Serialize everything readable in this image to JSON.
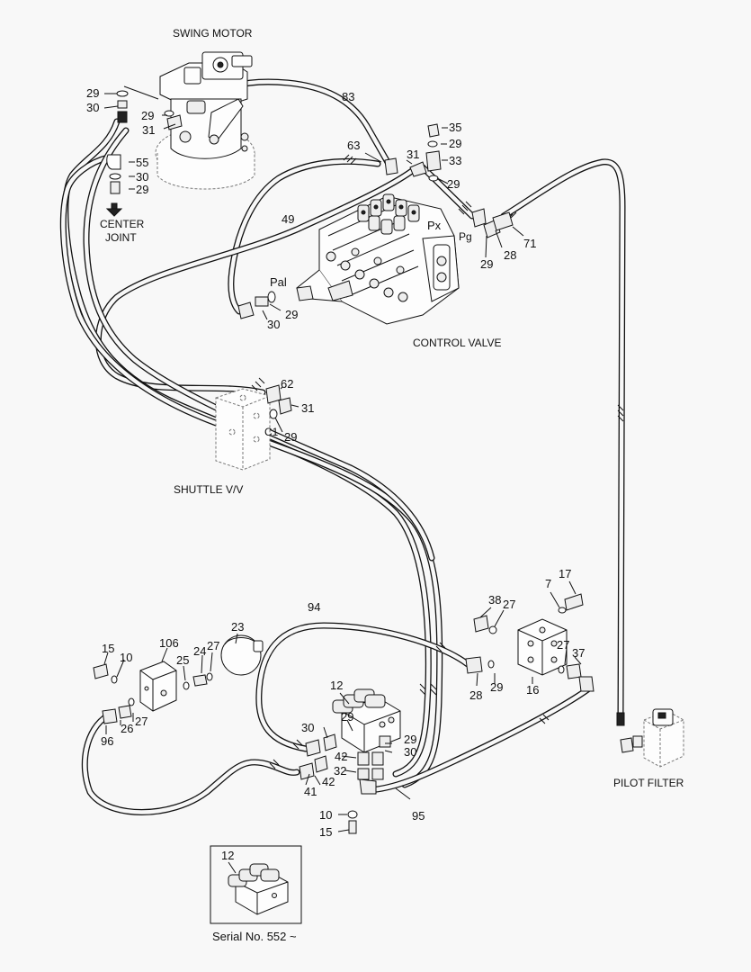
{
  "captions": {
    "swing_motor": "SWING MOTOR",
    "center_joint_1": "CENTER",
    "center_joint_2": "JOINT",
    "control_valve": "CONTROL VALVE",
    "shuttle_vv": "SHUTTLE V/V",
    "pilot_filter": "PILOT FILTER",
    "serial": "Serial No. 552 ~"
  },
  "ports": {
    "px": "Px",
    "pg": "Pg",
    "pal": "Pal",
    "c1": "C1"
  },
  "callouts": [
    "29",
    "30",
    "29",
    "31",
    "55",
    "30",
    "29",
    "83",
    "63",
    "31",
    "35",
    "29",
    "33",
    "29",
    "49",
    "71",
    "28",
    "29",
    "29",
    "30",
    "62",
    "31",
    "29",
    "94",
    "38",
    "27",
    "7",
    "17",
    "23",
    "15",
    "10",
    "106",
    "25",
    "24",
    "27",
    "27",
    "37",
    "16",
    "28",
    "29",
    "12",
    "29",
    "30",
    "29",
    "30",
    "42",
    "32",
    "42",
    "41",
    "96",
    "26",
    "27",
    "10",
    "15",
    "95",
    "12"
  ]
}
